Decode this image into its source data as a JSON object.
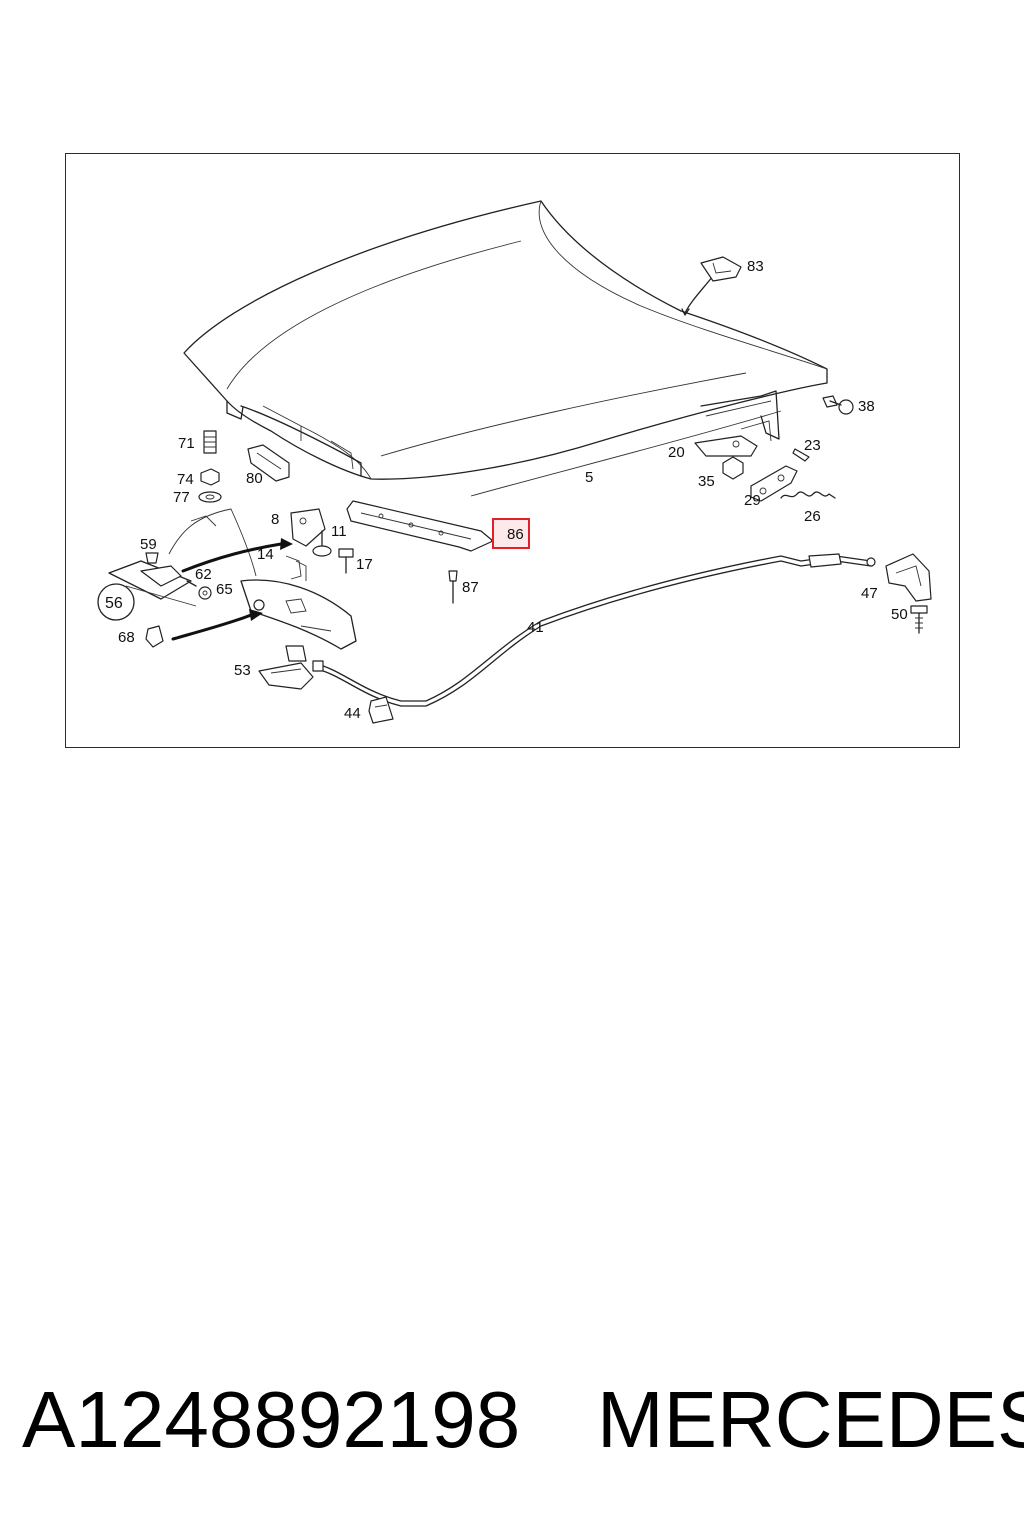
{
  "diagram": {
    "callouts": {
      "c5": "5",
      "c8": "8",
      "c11": "11",
      "c14": "14",
      "c17": "17",
      "c20": "20",
      "c23": "23",
      "c26": "26",
      "c29": "29",
      "c35": "35",
      "c38": "38",
      "c41": "41",
      "c44": "44",
      "c47": "47",
      "c50": "50",
      "c53": "53",
      "c56": "56",
      "c59": "59",
      "c62": "62",
      "c65": "65",
      "c68": "68",
      "c71": "71",
      "c74": "74",
      "c77": "77",
      "c80": "80",
      "c83": "83",
      "c86": "86",
      "c87": "87"
    },
    "highlighted_callout": "86",
    "highlight_color": "#e0202a"
  },
  "caption": {
    "part_number": "A1248892198",
    "brand": "MERCEDES"
  }
}
